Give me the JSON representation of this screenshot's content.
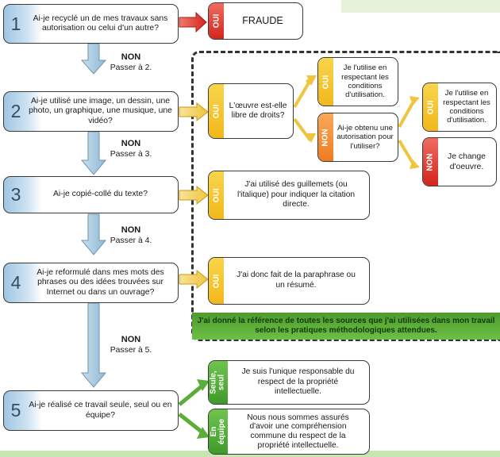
{
  "questions": [
    {
      "num": "1",
      "text": "Ai-je recyclé un de mes travaux sans autorisation ou celui d'un autre?"
    },
    {
      "num": "2",
      "text": "Ai-je utilisé une image, un dessin, une photo, un graphique, une musique, une vidéo?"
    },
    {
      "num": "3",
      "text": "Ai-je copié-collé du texte?"
    },
    {
      "num": "4",
      "text": "Ai-je reformulé dans mes mots des phrases ou des idées trouvées sur Internet ou dans un ouvrage?"
    },
    {
      "num": "5",
      "text": "Ai-je réalisé ce travail seule, seul ou en équipe?"
    }
  ],
  "non_labels": [
    {
      "title": "NON",
      "text": "Passer à 2."
    },
    {
      "title": "NON",
      "text": "Passer à 3."
    },
    {
      "title": "NON",
      "text": "Passer à 4."
    },
    {
      "title": "NON",
      "text": "Passer à 5."
    }
  ],
  "answers": {
    "fraude": {
      "tag": "OUI",
      "text": "FRAUDE"
    },
    "q2_oui": {
      "tag": "OUI",
      "text": "L'œuvre est-elle libre de droits?"
    },
    "libre_oui": {
      "tag": "OUI",
      "text": "Je l'utilise en respectant les conditions d'utilisation."
    },
    "libre_non": {
      "tag": "NON",
      "text": "Ai-je obtenu une autorisation pour l'utiliser?"
    },
    "autor_oui": {
      "tag": "OUI",
      "text": "Je l'utilise en respectant les conditions d'utilisation."
    },
    "autor_non": {
      "tag": "NON",
      "text": "Je change d'oeuvre."
    },
    "q3_oui": {
      "tag": "OUI",
      "text": "J'ai utilisé des guillemets (ou l'italique) pour indiquer la citation directe."
    },
    "q4_oui": {
      "tag": "OUI",
      "text": "J'ai donc fait de la paraphrase ou un résumé."
    },
    "seul": {
      "tag": "Seule, seul",
      "text": "Je suis l'unique responsable du respect de la propriété intellectuelle."
    },
    "equipe": {
      "tag": "En équipe",
      "text": "Nous nous sommes assurés d'avoir une compréhension commune du respect de la propriété intellectuelle."
    }
  },
  "reference_note": "J'ai donné la référence de toutes les sources que j'ai utilisées dans mon travail selon les pratiques méthodologiques attendues.",
  "colors": {
    "question_blue": "#9fc6e2",
    "oui_yellow": "#f1b81b",
    "non_orange": "#ef7c1f",
    "fraude_red": "#d3251c",
    "green": "#4e9b2e",
    "down_arrow": "#a8cbe0"
  }
}
